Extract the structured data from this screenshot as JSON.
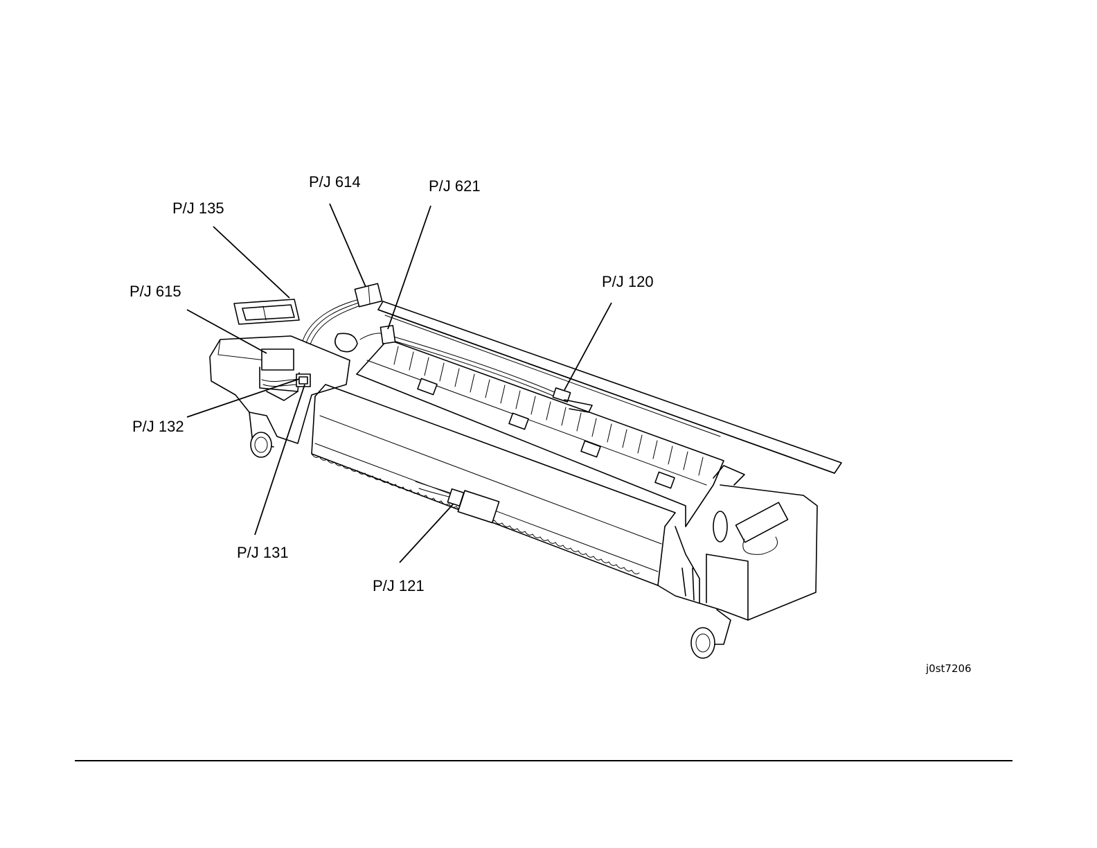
{
  "callouts": [
    {
      "id": "pj614",
      "text": "P/J 614"
    },
    {
      "id": "pj621",
      "text": "P/J 621"
    },
    {
      "id": "pj135",
      "text": "P/J 135"
    },
    {
      "id": "pj615",
      "text": "P/J 615"
    },
    {
      "id": "pj120",
      "text": "P/J 120"
    },
    {
      "id": "pj132",
      "text": "P/J 132"
    },
    {
      "id": "pj131",
      "text": "P/J 131"
    },
    {
      "id": "pj121",
      "text": "P/J 121"
    }
  ],
  "figure_id": "j0st7206",
  "colors": {
    "ink": "#000000",
    "paper": "#ffffff"
  }
}
